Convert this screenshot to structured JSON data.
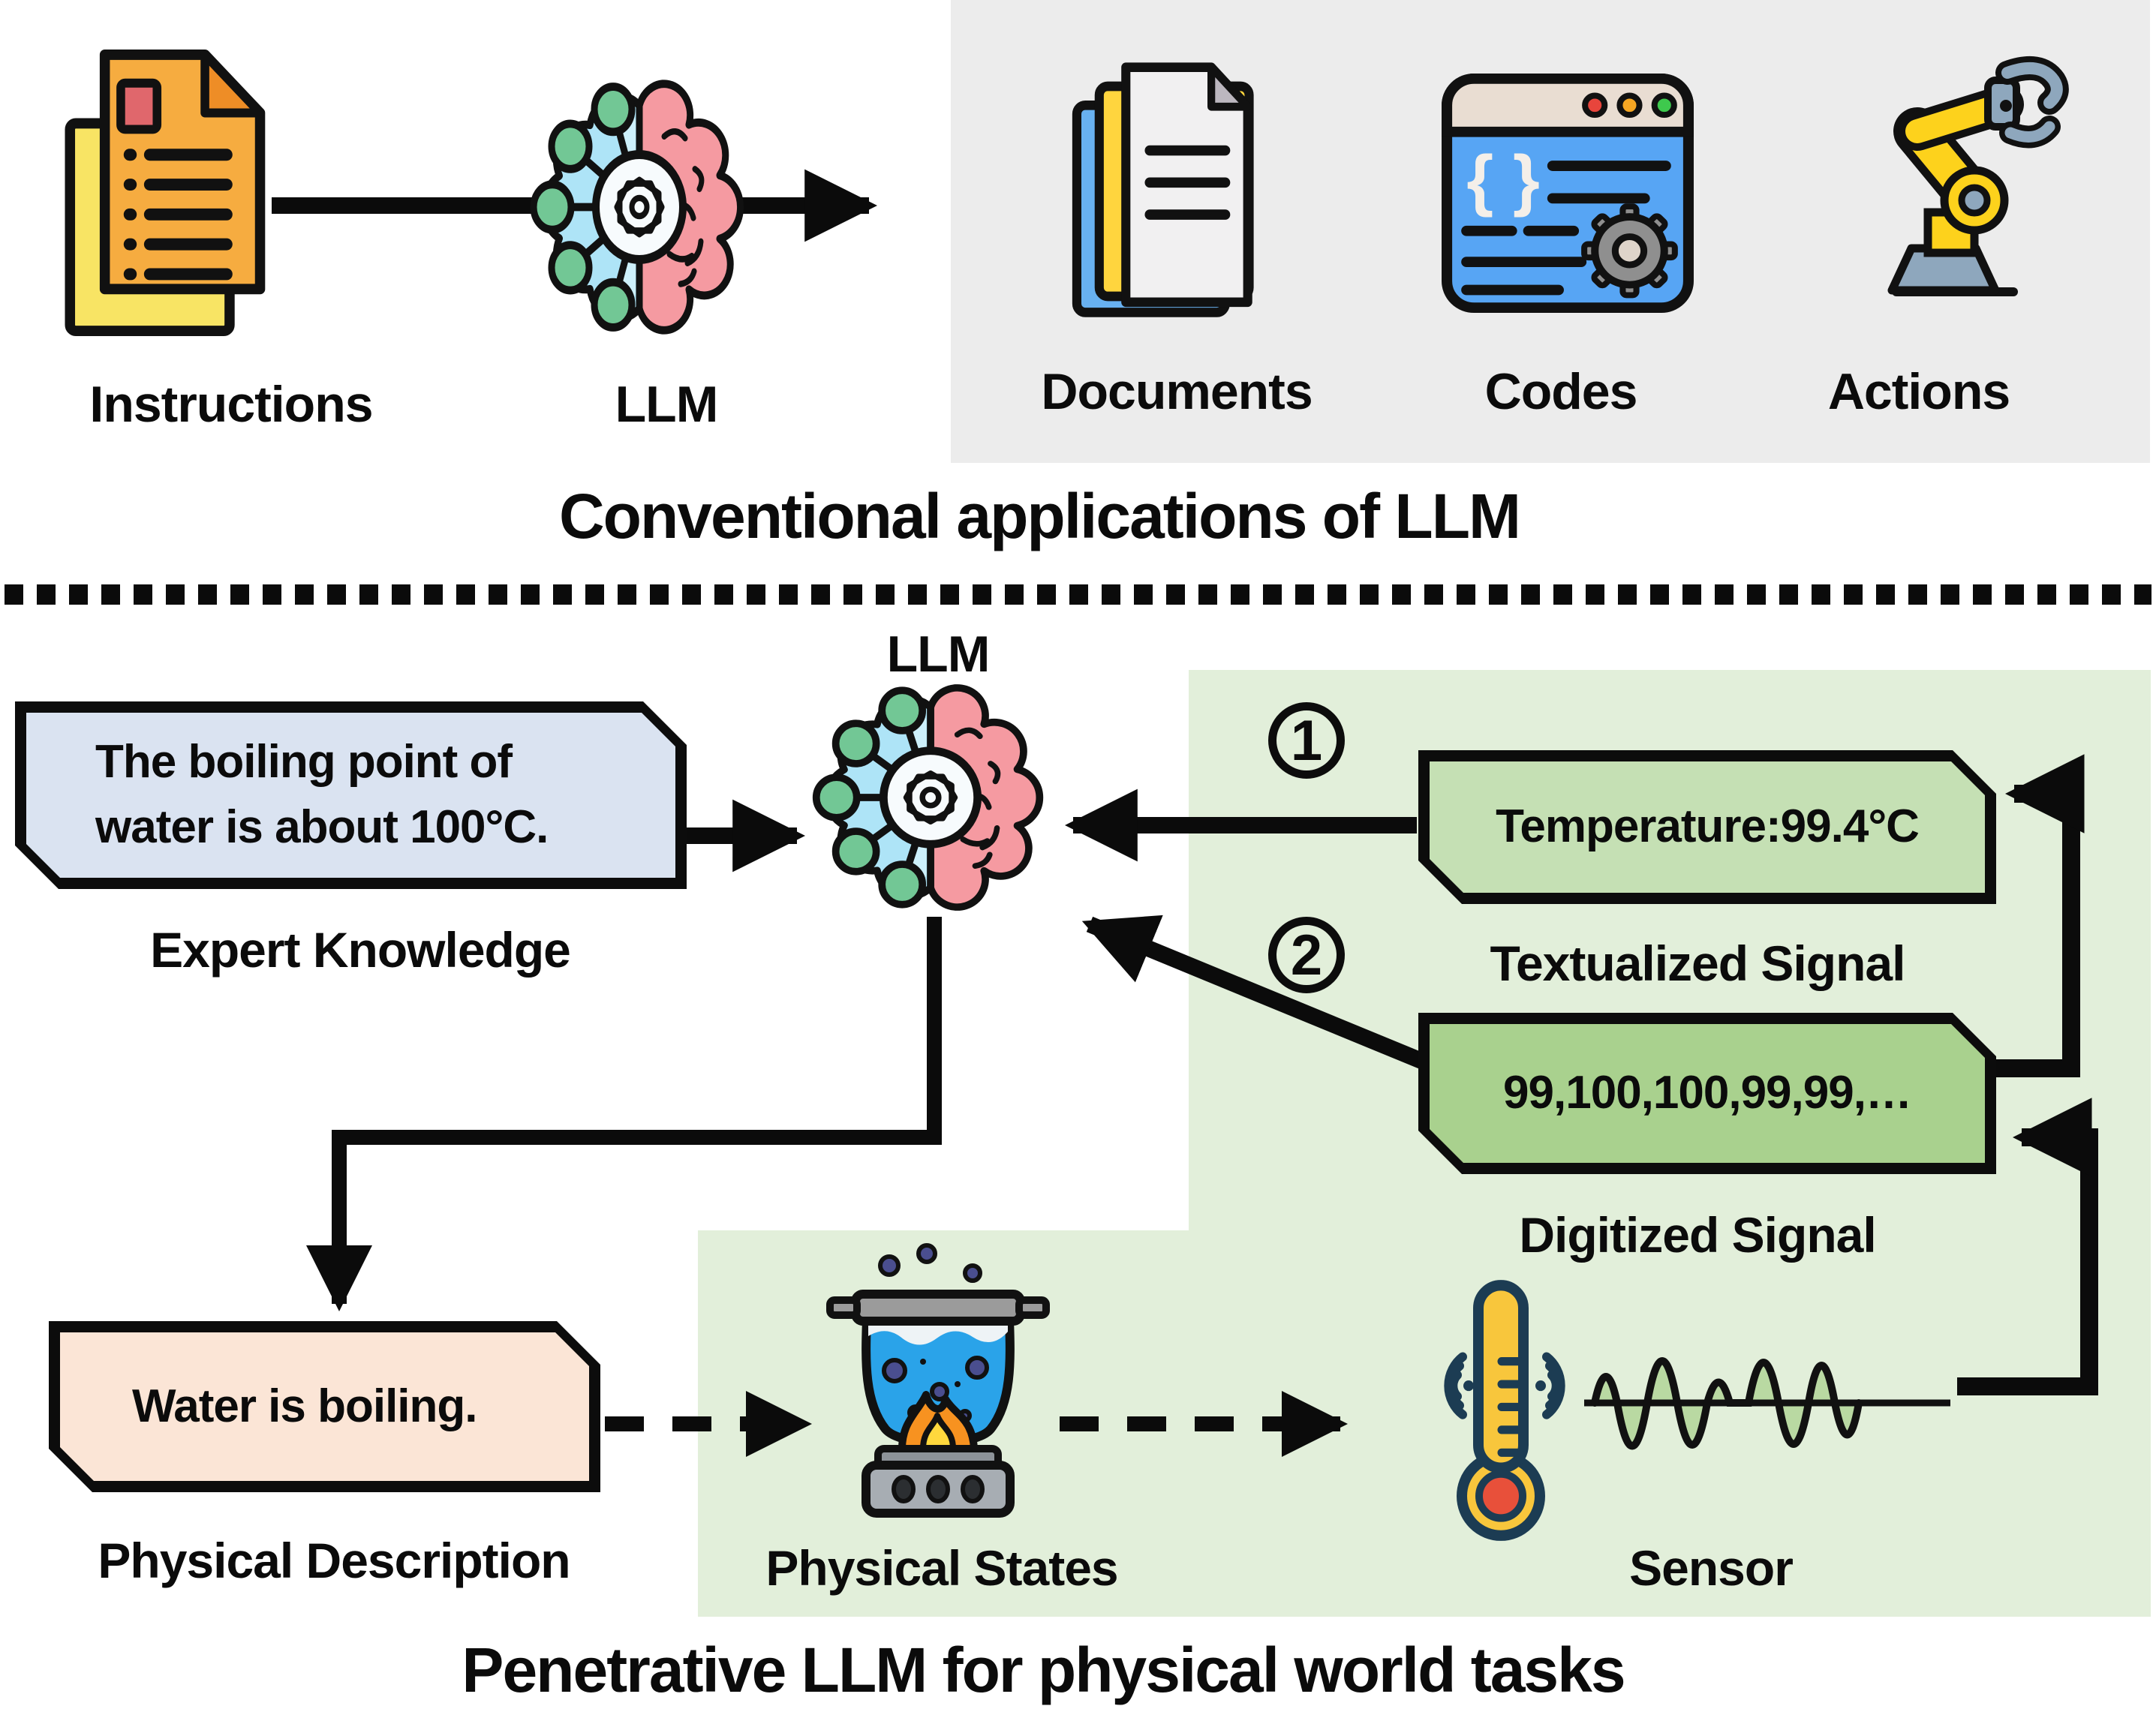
{
  "top_section": {
    "instructions_label": "Instructions",
    "llm_label": "LLM",
    "outputs": [
      {
        "label": "Documents"
      },
      {
        "label": "Codes"
      },
      {
        "label": "Actions"
      }
    ],
    "caption": "Conventional applications of LLM"
  },
  "bottom_section": {
    "llm_label": "LLM",
    "expert_box": {
      "line1": "The boiling point of",
      "line2": "water is about 100°C."
    },
    "expert_label": "Expert Knowledge",
    "step1_badge": "1",
    "step2_badge": "2",
    "textualized_box": "Temperature:99.4°C",
    "textualized_label": "Textualized Signal",
    "digitized_box": "99,100,100,99,99,…",
    "digitized_label": "Digitized Signal",
    "physical_box": "Water is boiling.",
    "physical_label": "Physical Description",
    "states_label": "Physical States",
    "sensor_label": "Sensor",
    "caption": "Penetrative LLM for physical world tasks"
  },
  "icons": {
    "instructions": "instructions-document-icon",
    "llm": "llm-brain-icon",
    "documents": "documents-stack-icon",
    "codes": "code-window-icon",
    "actions": "robot-arm-icon",
    "physical_states": "boiling-pot-icon",
    "sensor_thermometer": "thermometer-icon",
    "sensor_waveform": "waveform-icon"
  },
  "colors": {
    "panel_gray": "#ececec",
    "panel_green": "#e2efda",
    "expert_box_fill": "#dae3f1",
    "textualized_box_fill": "#c5e0b4",
    "digitized_box_fill": "#a9d18e",
    "physical_box_fill": "#fbe5d6",
    "outline": "#0c0c0c",
    "brain_left_blue": "#aee4f7",
    "brain_right_pink": "#f59aa1",
    "node_green": "#72c795",
    "flame_orange": "#f79220",
    "water_blue": "#2aa3e9",
    "thermometer_yellow": "#f8c63c",
    "thermometer_navy": "#1c3c53",
    "bulb_red": "#e8503a",
    "wave_fill_green": "#b9d9a2",
    "robot_yellow": "#fdd21c",
    "robot_gray_blue": "#8ea7bd"
  }
}
